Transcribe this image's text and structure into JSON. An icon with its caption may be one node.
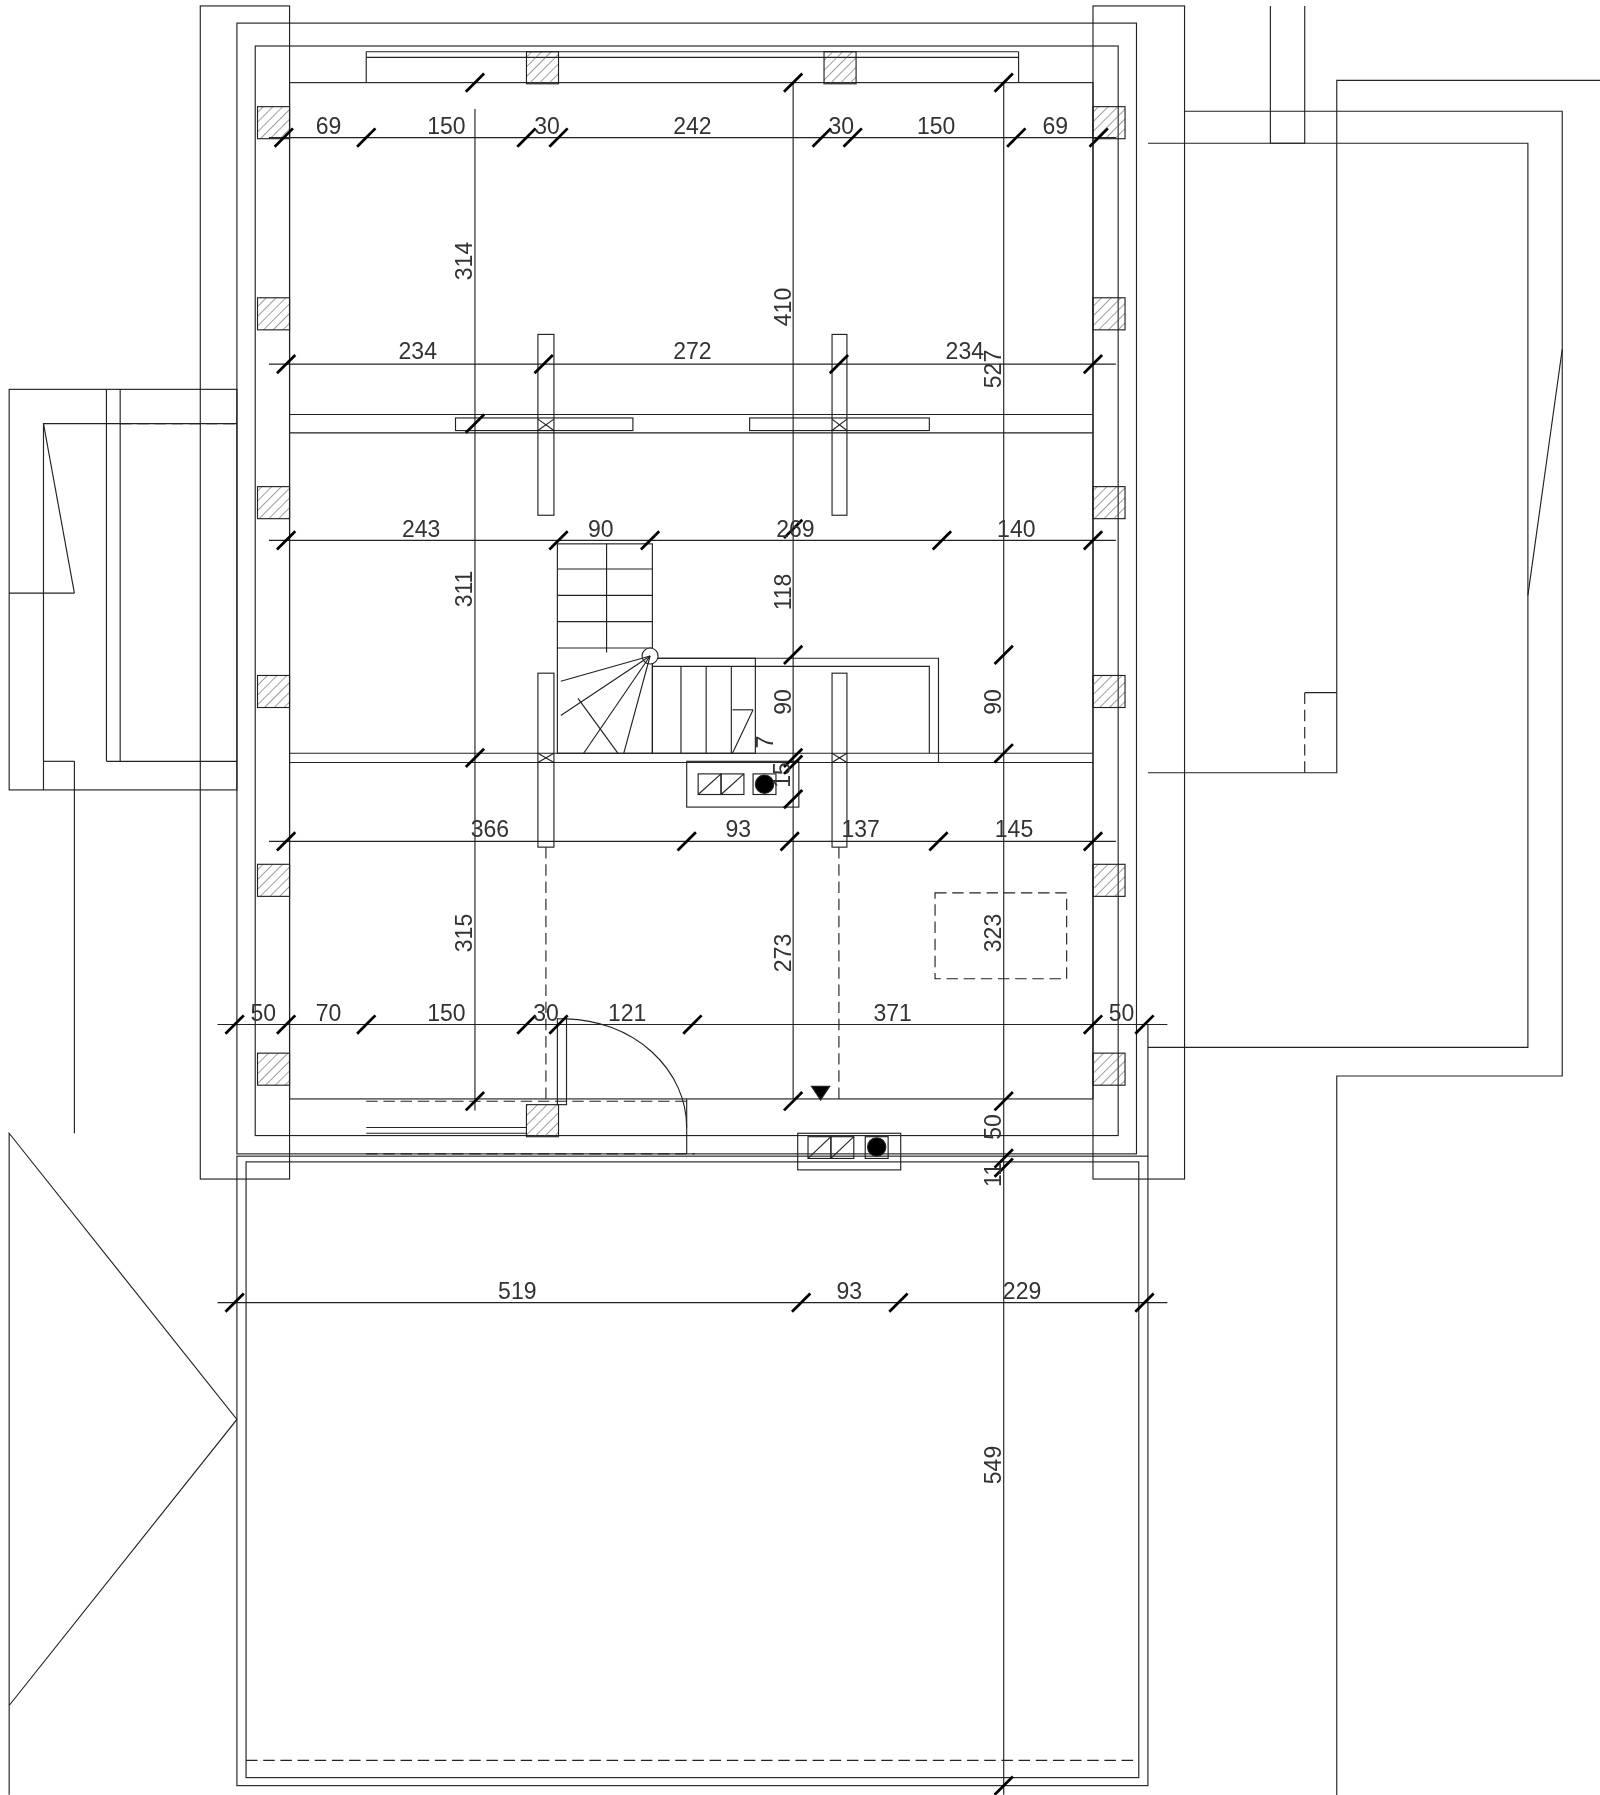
{
  "diagram": {
    "labels": [
      "69",
      "150",
      "30",
      "242",
      "30",
      "150",
      "69",
      "314",
      "410",
      "234",
      "272",
      "234",
      "527",
      "243",
      "90",
      "269",
      "140",
      "311",
      "118",
      "90",
      "90",
      "7",
      "15",
      "366",
      "93",
      "137",
      "145",
      "315",
      "273",
      "323",
      "50",
      "70",
      "150",
      "30",
      "121",
      "371",
      "50",
      "50",
      "11",
      "519",
      "93",
      "229",
      "549"
    ]
  }
}
